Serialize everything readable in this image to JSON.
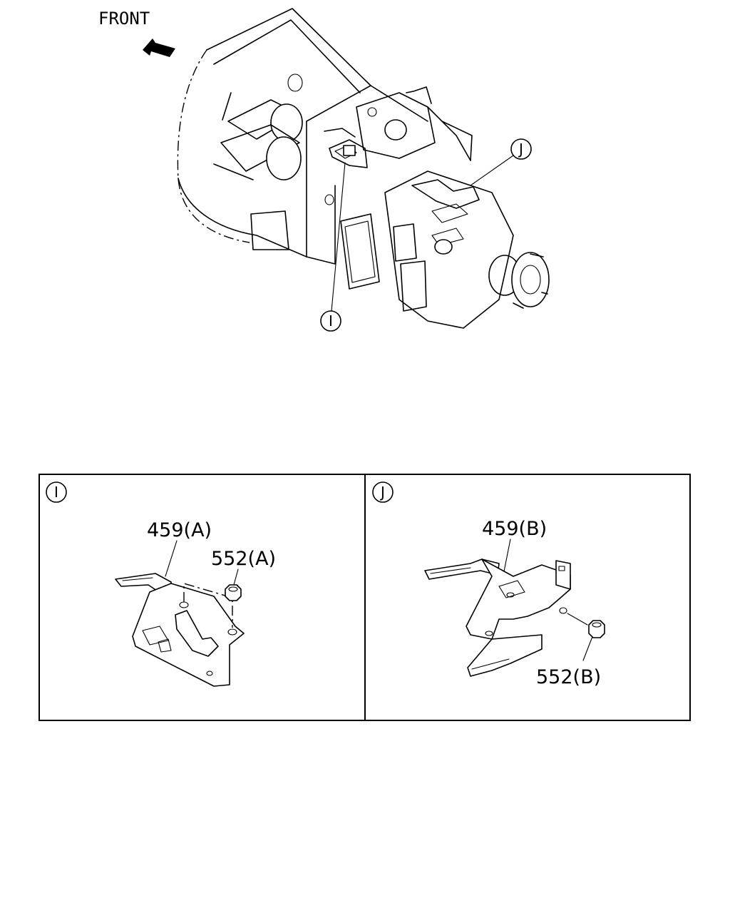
{
  "overview": {
    "front_label": "FRONT",
    "callout_i": "I",
    "callout_j": "J"
  },
  "panel_i": {
    "callout": "I",
    "bracket_label": "459(A)",
    "nut_label": "552(A)"
  },
  "panel_j": {
    "callout": "J",
    "bracket_label": "459(B)",
    "nut_label": "552(B)"
  }
}
